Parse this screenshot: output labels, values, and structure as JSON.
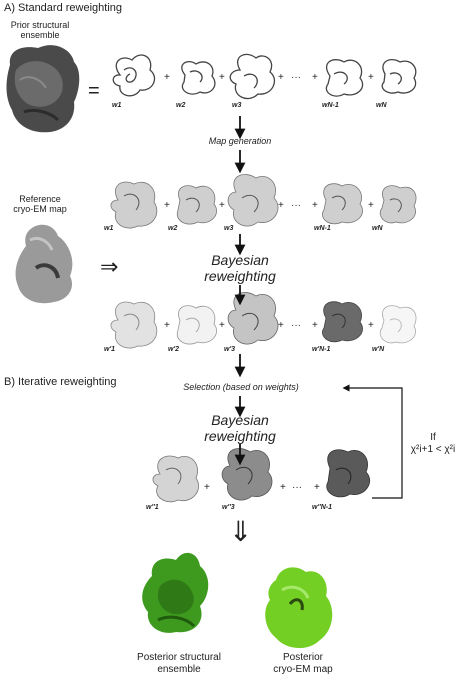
{
  "sections": {
    "a_title": "A) Standard reweighting",
    "b_title": "B) Iterative reweighting"
  },
  "labels": {
    "prior_ensemble": "Prior structural\nensemble",
    "reference_map": "Reference\ncryo-EM map",
    "map_generation": "Map generation",
    "bayesian_1": "Bayesian\nreweighting",
    "selection": "Selection (based on weights)",
    "bayesian_2": "Bayesian\nreweighting",
    "condition": "If\nχ²i+1 < χ²i",
    "posterior_ensemble": "Posterior structural\nensemble",
    "posterior_map": "Posterior\ncryo-EM map"
  },
  "weights": {
    "row1": [
      "w1",
      "w2",
      "w3",
      "wN-1",
      "wN"
    ],
    "row2": [
      "w1",
      "w2",
      "w3",
      "wN-1",
      "wN"
    ],
    "row3": [
      "w'1",
      "w'2",
      "w'3",
      "w'N-1",
      "w'N"
    ],
    "row4": [
      "w''1",
      "w''3",
      "w''N-1"
    ]
  },
  "operators": {
    "plus": "+",
    "ellipsis": "···",
    "equals": "=",
    "implies": "⇒",
    "double_down": "⇓"
  },
  "colors": {
    "prior_gray": "#555555",
    "dark_surface": "#6a6a6a",
    "light_surface": "#c8c8c8",
    "faint_surface": "#e2e2e2",
    "posterior_green": "#3d9a1e",
    "posterior_map_green": "#74cf24"
  }
}
